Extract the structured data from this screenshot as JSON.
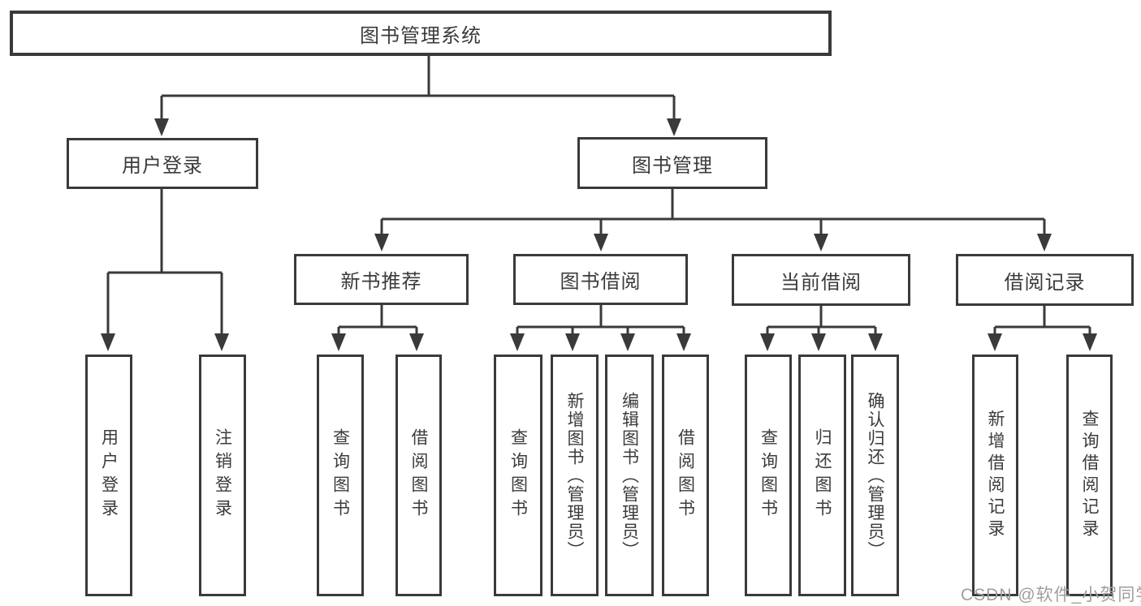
{
  "tree": {
    "root": {
      "label": "图书管理系统"
    },
    "user_login": {
      "label": "用户登录",
      "children": [
        {
          "label": "用户登录"
        },
        {
          "label": "注销登录"
        }
      ]
    },
    "book_mgmt": {
      "label": "图书管理"
    },
    "new_books": {
      "label": "新书推荐",
      "children": [
        {
          "label": "查询图书"
        },
        {
          "label": "借阅图书"
        }
      ]
    },
    "book_borrow": {
      "label": "图书借阅",
      "children": [
        {
          "label": "查询图书"
        },
        {
          "label": "新增图书（管理员）"
        },
        {
          "label": "编辑图书（管理员）"
        },
        {
          "label": "借阅图书"
        }
      ]
    },
    "current_borrow": {
      "label": "当前借阅",
      "children": [
        {
          "label": "查询图书"
        },
        {
          "label": "归还图书"
        },
        {
          "label": "确认归还（管理员）"
        }
      ]
    },
    "borrow_records": {
      "label": "借阅记录",
      "children": [
        {
          "label": "新增借阅记录"
        },
        {
          "label": "查询借阅记录"
        }
      ]
    }
  },
  "watermark": "CSDN @软件_小贺同学",
  "colors": {
    "line": "#3a3a3a",
    "text": "#3b3b3b",
    "watermark": "#9e9e9e",
    "background": "#ffffff"
  }
}
